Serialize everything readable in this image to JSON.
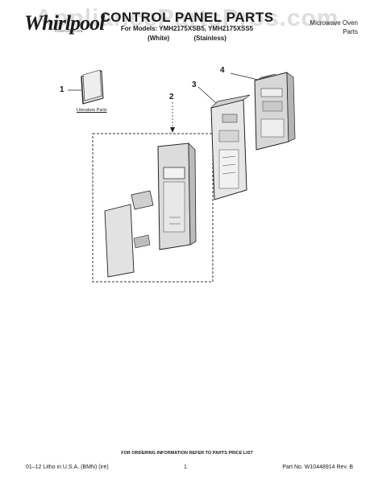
{
  "header": {
    "brand": "Whirlpool",
    "brand_sub": "CORPORATION",
    "title": "CONTROL PANEL PARTS",
    "models_line": "For Models: YMH2175XSB5, YMH2175XSS5",
    "variant_white": "(White)",
    "variant_stainless": "(Stainless)",
    "product_line1": "Microwave Oven",
    "product_line2": "Parts"
  },
  "watermark": "AppliancePartsPros.com",
  "callouts": {
    "c1": "1",
    "c2": "2",
    "c3": "3",
    "c4": "4"
  },
  "literature_label": "Literature Parts",
  "footer": {
    "ordering_note": "FOR ORDERING INFORMATION REFER TO PARTS PRICE LIST",
    "litho": "01–12 Litho in U.S.A. (BMN) (ire)",
    "page": "1",
    "part_no": "Part No. W10448914 Rev. B"
  }
}
